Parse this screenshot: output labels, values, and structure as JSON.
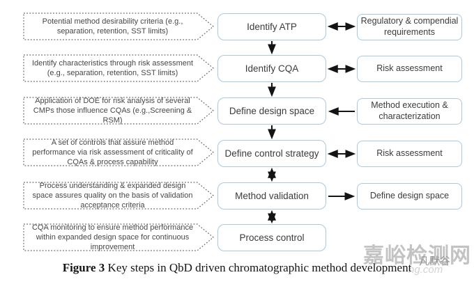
{
  "figure": {
    "caption_prefix": "Figure 3",
    "caption_text": " Key steps in QbD driven chromatographic method development"
  },
  "rows": [
    {
      "note": "Potential method desirability criteria (e.g., separation, retention, SST limits)",
      "step": "Identify ATP",
      "side": "Regulatory & compendial requirements",
      "side_arrow": "both",
      "down_arrow_to_next": "down"
    },
    {
      "note": "Identify characteristics through risk assessment (e.g., separation, retention, SST limits)",
      "step": "Identify CQA",
      "side": "Risk assessment",
      "side_arrow": "both",
      "down_arrow_to_next": "down"
    },
    {
      "note": "Application of DOE for risk analysis of several CMPs those influence CQAs (e.g.,Screening & RSM)",
      "step": "Define design space",
      "side": "Method execution & characterization",
      "side_arrow": "left",
      "down_arrow_to_next": "down"
    },
    {
      "note": "A set of controls that assure method performance via risk assessment of criticality of CQAs & process capability",
      "step": "Define control strategy",
      "side": "Risk assessment",
      "side_arrow": "both",
      "down_arrow_to_next": "both"
    },
    {
      "note": "Process understanding & expanded design space assures quality on the basis of validation acceptance criteria",
      "step": "Method validation",
      "side": "Define design space",
      "side_arrow": "right",
      "down_arrow_to_next": "both"
    },
    {
      "note": "CQA monitoring to ensure method performance within expanded design space for continuous improvement",
      "step": "Process control",
      "side": null,
      "side_arrow": "none",
      "down_arrow_to_next": "none"
    }
  ],
  "watermarks": {
    "primary": "嘉峪检测网",
    "secondary": "凡默谷",
    "tertiary": "ng.com"
  },
  "colors": {
    "box_border": "#a9c9e2",
    "dashed_border": "#676767",
    "arrow": "#141414",
    "text": "#3b3b3b"
  }
}
